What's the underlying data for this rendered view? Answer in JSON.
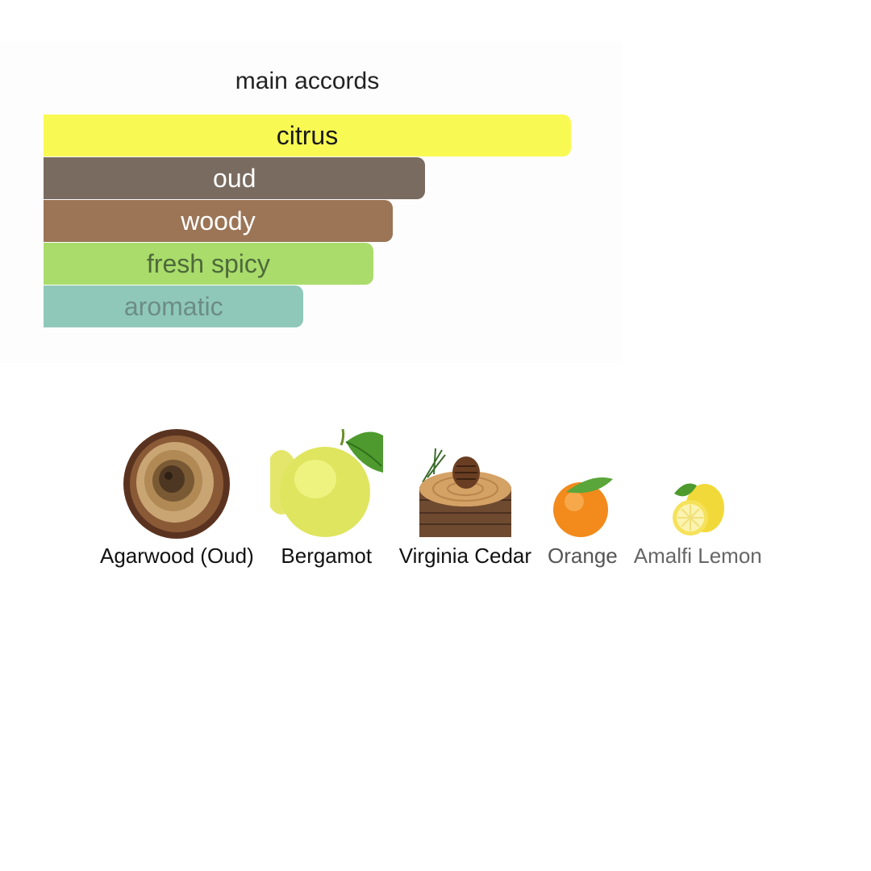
{
  "accords": {
    "title": "main accords",
    "items": [
      {
        "label": "citrus",
        "strength": 100,
        "color": "#f8fa53",
        "text_color": "#1a1a1a"
      },
      {
        "label": "oud",
        "strength": 72.4,
        "color": "#7a6b60",
        "text_color": "#ffffff"
      },
      {
        "label": "woody",
        "strength": 66.2,
        "color": "#9b7556",
        "text_color": "#ffffff"
      },
      {
        "label": "fresh spicy",
        "strength": 62.5,
        "color": "#aadc6c",
        "text_color": "#4d6a3a"
      },
      {
        "label": "aromatic",
        "strength": 49.3,
        "color": "#8fc8b8",
        "text_color": "#6d8c86"
      }
    ]
  },
  "notes": [
    {
      "label": "Agarwood (Oud)",
      "icon": "agarwood-icon",
      "label_color": "#111111"
    },
    {
      "label": "Bergamot",
      "icon": "bergamot-icon",
      "label_color": "#111111"
    },
    {
      "label": "Virginia Cedar",
      "icon": "virginia-cedar-icon",
      "label_color": "#111111"
    },
    {
      "label": "Orange",
      "icon": "orange-icon",
      "label_color": "#555555"
    },
    {
      "label": "Amalfi Lemon",
      "icon": "amalfi-lemon-icon",
      "label_color": "#666666"
    }
  ]
}
